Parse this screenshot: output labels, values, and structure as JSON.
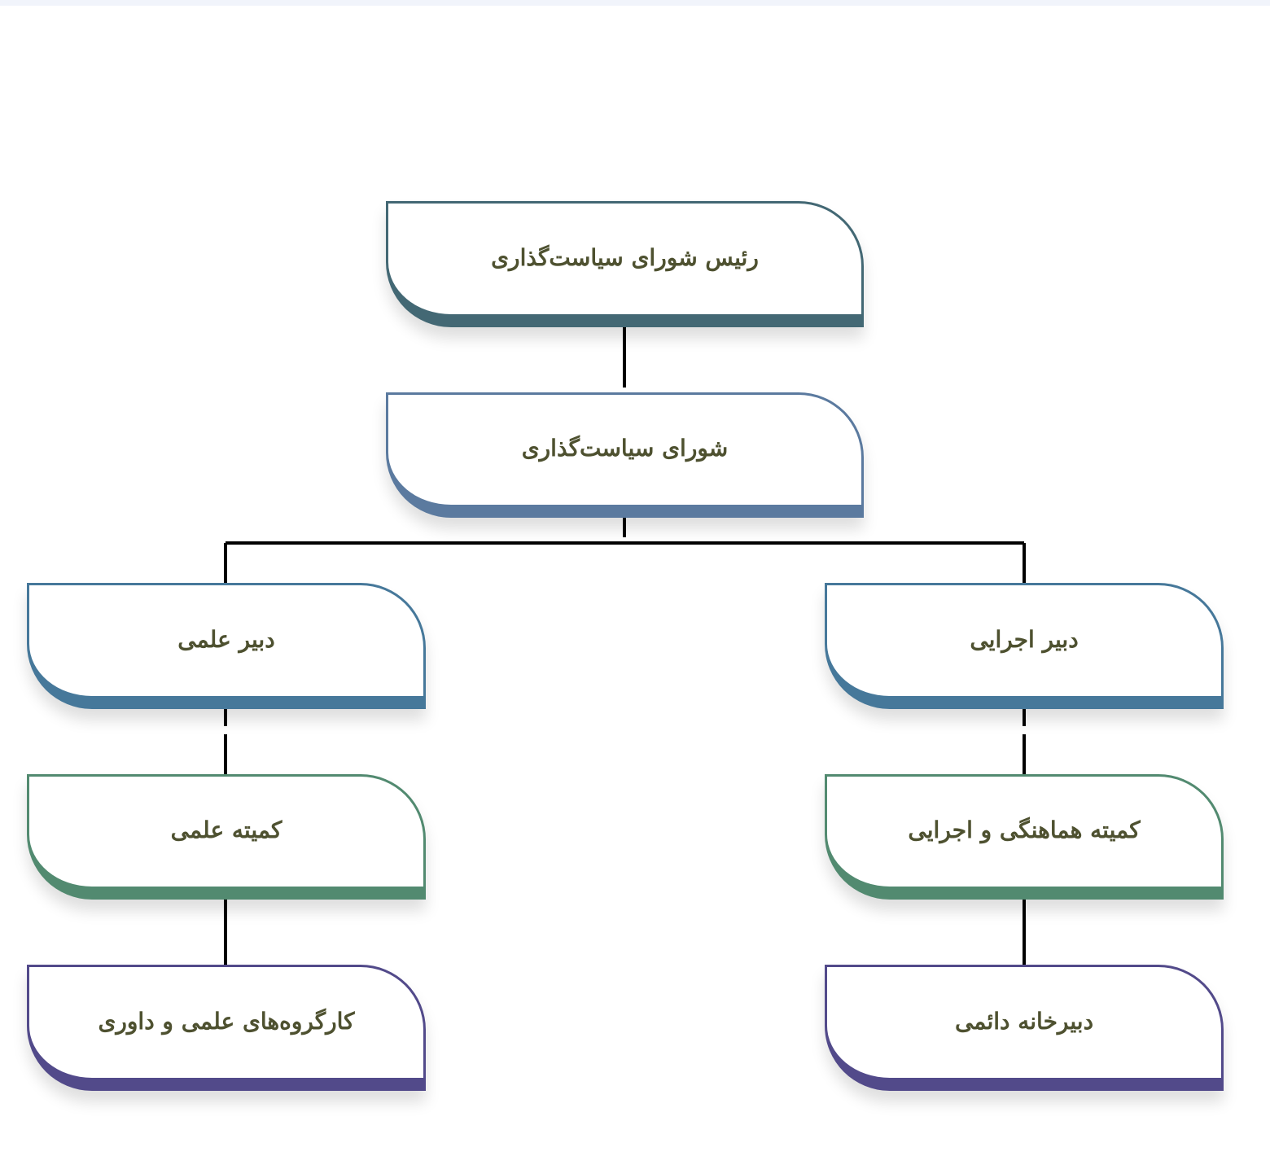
{
  "org_chart": {
    "root": {
      "label": "رئیس شورای سیاست‌گذاری",
      "color": "#436874"
    },
    "council": {
      "label": "شورای سیاست‌گذاری",
      "color": "#5b7a9f"
    },
    "scientific_secretary": {
      "label": "دبیر علمی",
      "color": "#46789a"
    },
    "executive_secretary": {
      "label": "دبیر اجرایی",
      "color": "#46789a"
    },
    "scientific_committee": {
      "label": "کمیته علمی",
      "color": "#528a70"
    },
    "coordination_committee": {
      "label": "کمیته هماهنگی و اجرایی",
      "color": "#528a70"
    },
    "working_groups": {
      "label": "کارگروه‌های علمی و داوری",
      "color": "#524a8a"
    },
    "permanent_secretariat": {
      "label": "دبیرخانه دائمی",
      "color": "#524a8a"
    }
  }
}
